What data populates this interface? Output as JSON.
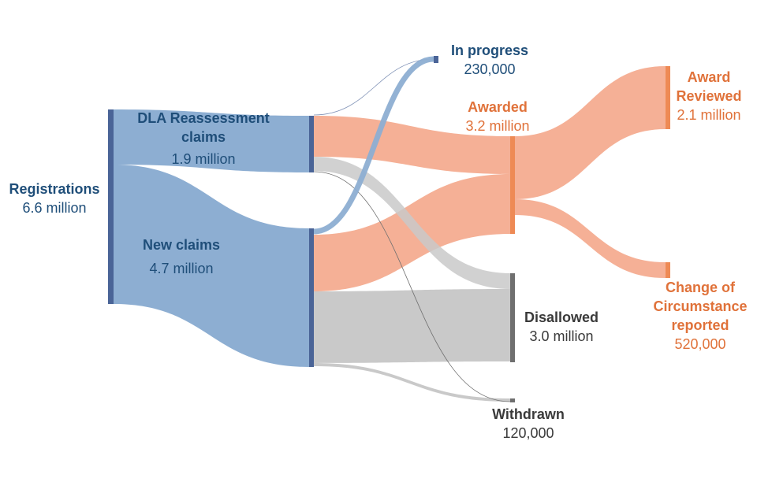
{
  "colors": {
    "blue_flow": "#8DAED2",
    "blue_node": "#4A6497",
    "orange_flow": "#F5B096",
    "orange_node": "#EE8A55",
    "grey_flow": "#C9C9C9",
    "grey_node": "#6F6F6F",
    "label_blue": "#1F4E79",
    "label_orange": "#E0723A",
    "label_dark": "#3a3a3a"
  },
  "nodes": {
    "registrations": {
      "name": "Registrations",
      "value": "6.6 million"
    },
    "dla": {
      "name_line1": "DLA Reassessment",
      "name_line2": "claims",
      "value": "1.9 million"
    },
    "new_claims": {
      "name": "New claims",
      "value": "4.7 million"
    },
    "in_progress": {
      "name": "In progress",
      "value": "230,000"
    },
    "awarded": {
      "name": "Awarded",
      "value": "3.2 million"
    },
    "disallowed": {
      "name": "Disallowed",
      "value": "3.0 million"
    },
    "withdrawn": {
      "name": "Withdrawn",
      "value": "120,000"
    },
    "award_reviewed": {
      "name_line1": "Award",
      "name_line2": "Reviewed",
      "value": "2.1 million"
    },
    "change_of_circumstance": {
      "name_line1": "Change of",
      "name_line2": "Circumstance",
      "name_line3": "reported",
      "value": "520,000"
    }
  }
}
